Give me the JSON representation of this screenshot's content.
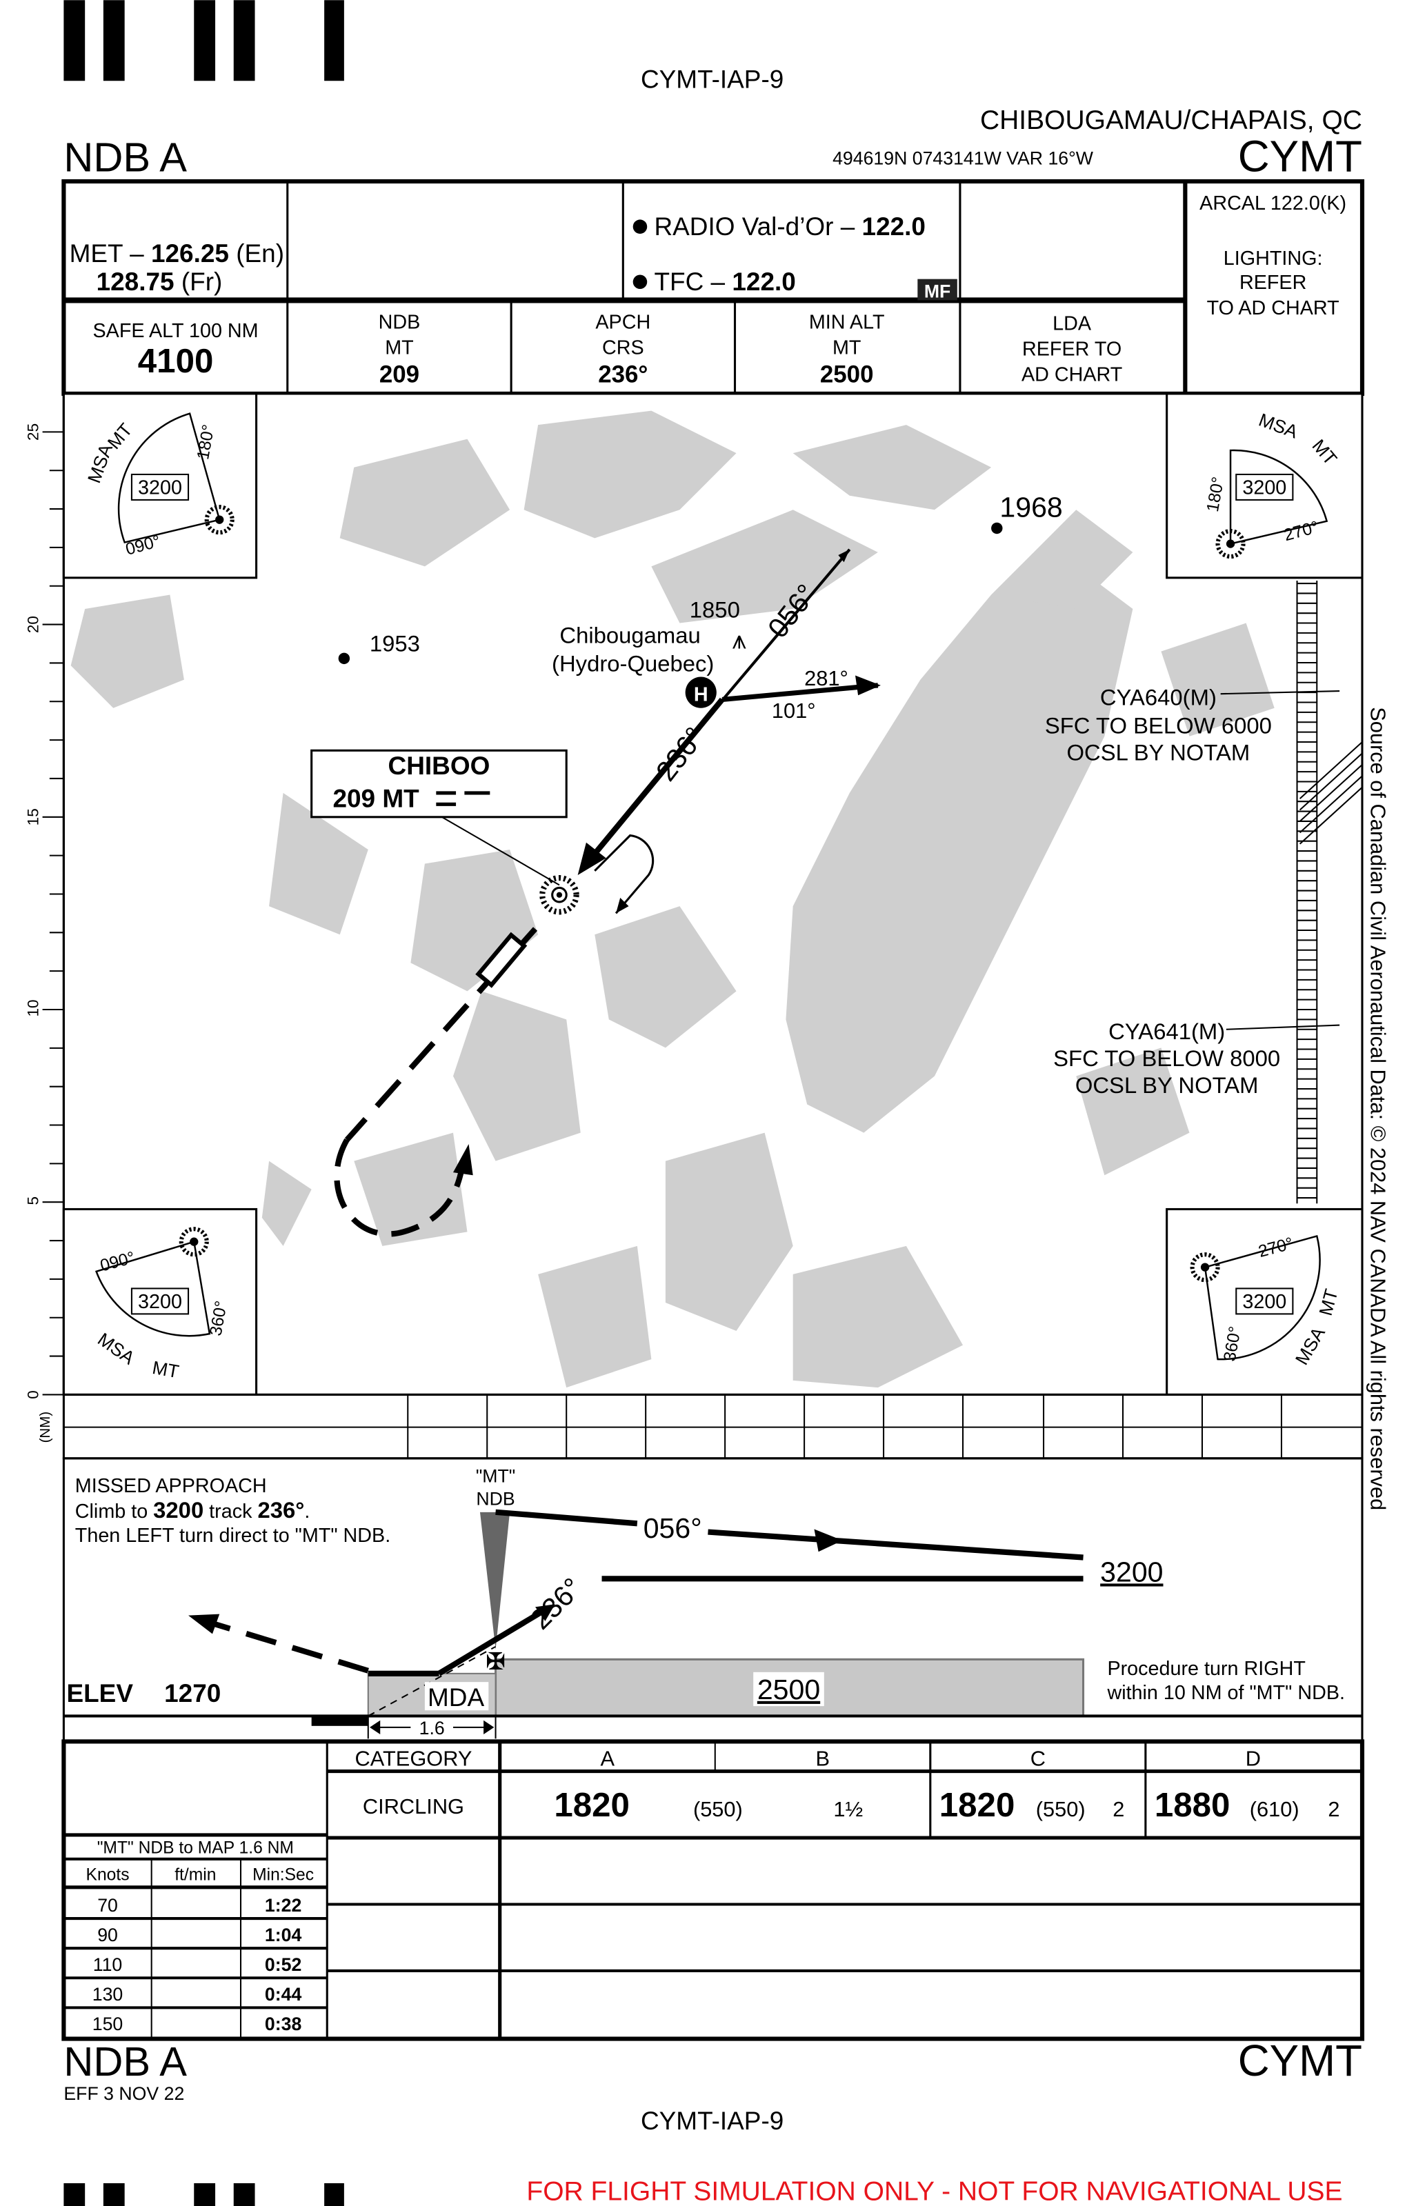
{
  "header": {
    "chart_id": "CYMT-IAP-9",
    "location": "CHIBOUGAMAU/CHAPAIS, QC",
    "procedure": "NDB A",
    "coords": "494619N  0743141W  VAR 16°W",
    "airport": "CYMT"
  },
  "comms": {
    "met_line1_label": "MET – ",
    "met_line1_freq": "126.25",
    "met_line1_lang": " (En)",
    "met_line2_freq": "128.75",
    "met_line2_lang": " (Fr)",
    "radio_label": "RADIO Val-d’Or – ",
    "radio_freq": "122.0",
    "tfc_label": "TFC – ",
    "tfc_freq": "122.0",
    "mf_badge": "MF",
    "arcal": "ARCAL 122.0(K)",
    "lighting_1": "LIGHTING:",
    "lighting_2": "REFER",
    "lighting_3": "TO AD CHART"
  },
  "briefing": {
    "safe_alt_label": "SAFE ALT 100 NM",
    "safe_alt_value": "4100",
    "ndb_label1": "NDB",
    "ndb_label2": "MT",
    "ndb_value": "209",
    "apch_label1": "APCH",
    "apch_label2": "CRS",
    "apch_value": "236°",
    "minalt_label1": "MIN ALT",
    "minalt_label2": "MT",
    "minalt_value": "2500",
    "lda_1": "LDA",
    "lda_2": "REFER TO",
    "lda_3": "AD CHART"
  },
  "msa": {
    "label": "MSA",
    "mt": "MT",
    "altitude": "3200",
    "nw": [
      "180°",
      "090°"
    ],
    "ne": [
      "180°",
      "270°"
    ],
    "sw": [
      "090°",
      "360°"
    ],
    "se": [
      "270°",
      "360°"
    ]
  },
  "scale": {
    "ticks": [
      "25",
      "20",
      "15",
      "10",
      "5",
      "0"
    ],
    "unit": "(NM)"
  },
  "plan": {
    "spot_1968": "1968",
    "spot_1953": "1953",
    "spot_1850": "1850",
    "heliport_1": "Chibougamau",
    "heliport_2": "(Hydro-Quebec)",
    "heliport_symbol": "H",
    "crs_056": "056°",
    "crs_236": "236°",
    "crs_281": "281°",
    "crs_101": "101°",
    "ndb_name": "CHIBOO",
    "ndb_freq": "209 MT",
    "cya640_1": "CYA640(M)",
    "cya640_2": "SFC TO BELOW 6000",
    "cya640_3": "OCSL BY NOTAM",
    "cya641_1": "CYA641(M)",
    "cya641_2": "SFC TO BELOW 8000",
    "cya641_3": "OCSL BY NOTAM"
  },
  "profile": {
    "missed_title": "MISSED APPROACH",
    "missed_l2a": "Climb to ",
    "missed_l2b": "3200",
    "missed_l2c": " track ",
    "missed_l2d": "236°",
    "missed_l2e": ".",
    "missed_l3": "Then LEFT turn direct to \"MT\" NDB.",
    "ndb_1": "\"MT\"",
    "ndb_2": "NDB",
    "crs_out": "056°",
    "crs_in": "236°",
    "alt_pt": "3200",
    "min_alt": "2500",
    "mda": "MDA",
    "dist": "1.6",
    "elev_label": "ELEV",
    "elev_value": "1270",
    "pt_note_1": "Procedure turn RIGHT",
    "pt_note_2": "within 10 NM of \"MT\" NDB."
  },
  "minima": {
    "category_label": "CATEGORY",
    "categories": [
      "A",
      "B",
      "C",
      "D"
    ],
    "circling_label": "CIRCLING",
    "ab_alt": "1820",
    "ab_hat": "(550)",
    "ab_vis": "1½",
    "c_alt": "1820",
    "c_hat": "(550)",
    "c_vis": "2",
    "d_alt": "1880",
    "d_hat": "(610)",
    "d_vis": "2"
  },
  "timing": {
    "title": "\"MT\" NDB to MAP 1.6 NM",
    "headers": [
      "Knots",
      "ft/min",
      "Min:Sec"
    ],
    "rows": [
      {
        "knots": "70",
        "fpm": "",
        "time": "1:22"
      },
      {
        "knots": "90",
        "fpm": "",
        "time": "1:04"
      },
      {
        "knots": "110",
        "fpm": "",
        "time": "0:52"
      },
      {
        "knots": "130",
        "fpm": "",
        "time": "0:44"
      },
      {
        "knots": "150",
        "fpm": "",
        "time": "0:38"
      }
    ]
  },
  "footer": {
    "procedure": "NDB A",
    "effective": "EFF 3 NOV 22",
    "airport": "CYMT",
    "chart_id": "CYMT-IAP-9",
    "warning": "FOR FLIGHT SIMULATION ONLY - NOT FOR NAVIGATIONAL USE",
    "copyright": "Source of Canadian Civil Aeronautical Data: © 2024 NAV CANADA All rights reserved"
  },
  "colors": {
    "lake": "#cfcfcf",
    "warning": "#e8141b",
    "profile_fill": "#c8c8c8"
  }
}
